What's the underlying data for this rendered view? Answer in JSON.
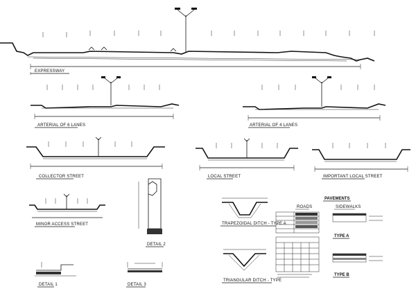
{
  "sections": {
    "expressway": "EXPRESSWAY",
    "arterial_6": "ARTERIAL OF 6 LANES",
    "arterial_4": "ARTERIAL OF 4 LANES",
    "collector": "COLLECTOR STREET",
    "local": "LOCAL STREET",
    "important_local": "IMPORTANT LOCAL STREET",
    "minor_access": "MINOR ACCESS STREET",
    "trapezoidal": "TRAPEZOIDAL DITCH - TYPE A",
    "triangular": "TRIANGULAR DITCH - TYPE",
    "detail_1": "DETAIL 1",
    "detail_2": "DETAIL 2",
    "detail_3": "DETAIL 3"
  },
  "pavements": {
    "title": "PAVEMENTS",
    "roads": "ROADS",
    "sidewalks": "SIDEWALKS",
    "type_a": "TYPE A",
    "type_b": "TYPE B"
  }
}
